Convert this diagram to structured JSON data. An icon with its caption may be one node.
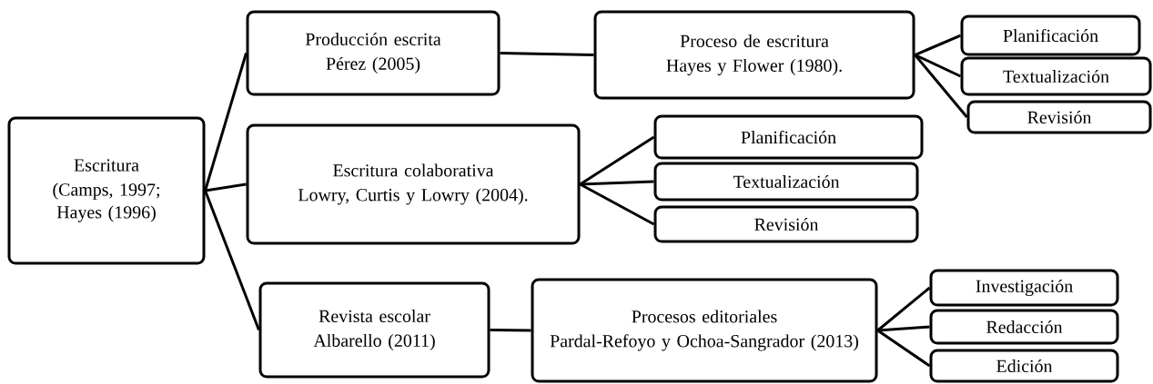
{
  "diagram": {
    "nodes": [
      {
        "text": [
          "Escritura",
          "(Camps, 1997; Hayes (1996)"
        ]
      },
      {
        "text": [
          "Producción escrita",
          "Pérez (2005)"
        ]
      },
      {
        "text": [
          "Proceso de escritura",
          "Hayes y Flower (1980)."
        ]
      },
      {
        "text": [
          "Planificación"
        ]
      },
      {
        "text": [
          "Textualización"
        ]
      },
      {
        "text": [
          "Revisión"
        ]
      },
      {
        "text": [
          "Escritura colaborativa",
          "Lowry, Curtis y Lowry (2004)."
        ]
      },
      {
        "text": [
          "Planificación"
        ]
      },
      {
        "text": [
          "Textualización"
        ]
      },
      {
        "text": [
          "Revisión"
        ]
      },
      {
        "text": [
          "Revista escolar",
          "Albarello (2011)"
        ]
      },
      {
        "text": [
          "Procesos editoriales",
          "Pardal-Refoyo y Ochoa-Sangrador (2013)"
        ]
      },
      {
        "text": [
          "Investigación"
        ]
      },
      {
        "text": [
          "Redacción"
        ]
      },
      {
        "text": [
          "Edición"
        ]
      }
    ],
    "edges": [
      {
        "from": 0,
        "to": 1,
        "arrow": "none"
      },
      {
        "from": 0,
        "to": 6,
        "arrow": "none"
      },
      {
        "from": 0,
        "to": 10,
        "arrow": "none"
      },
      {
        "from": 1,
        "to": 2,
        "arrow": "none"
      },
      {
        "from": 2,
        "to": 3,
        "arrow": "none"
      },
      {
        "from": 2,
        "to": 4,
        "arrow": "none"
      },
      {
        "from": 2,
        "to": 5,
        "arrow": "none"
      },
      {
        "from": 6,
        "to": 7,
        "arrow": "none"
      },
      {
        "from": 6,
        "to": 8,
        "arrow": "none"
      },
      {
        "from": 6,
        "to": 9,
        "arrow": "none"
      },
      {
        "from": 10,
        "to": 11,
        "arrow": "none"
      },
      {
        "from": 11,
        "to": 12,
        "arrow": "none"
      },
      {
        "from": 11,
        "to": 13,
        "arrow": "none"
      },
      {
        "from": 11,
        "to": 14,
        "arrow": "none"
      }
    ]
  }
}
